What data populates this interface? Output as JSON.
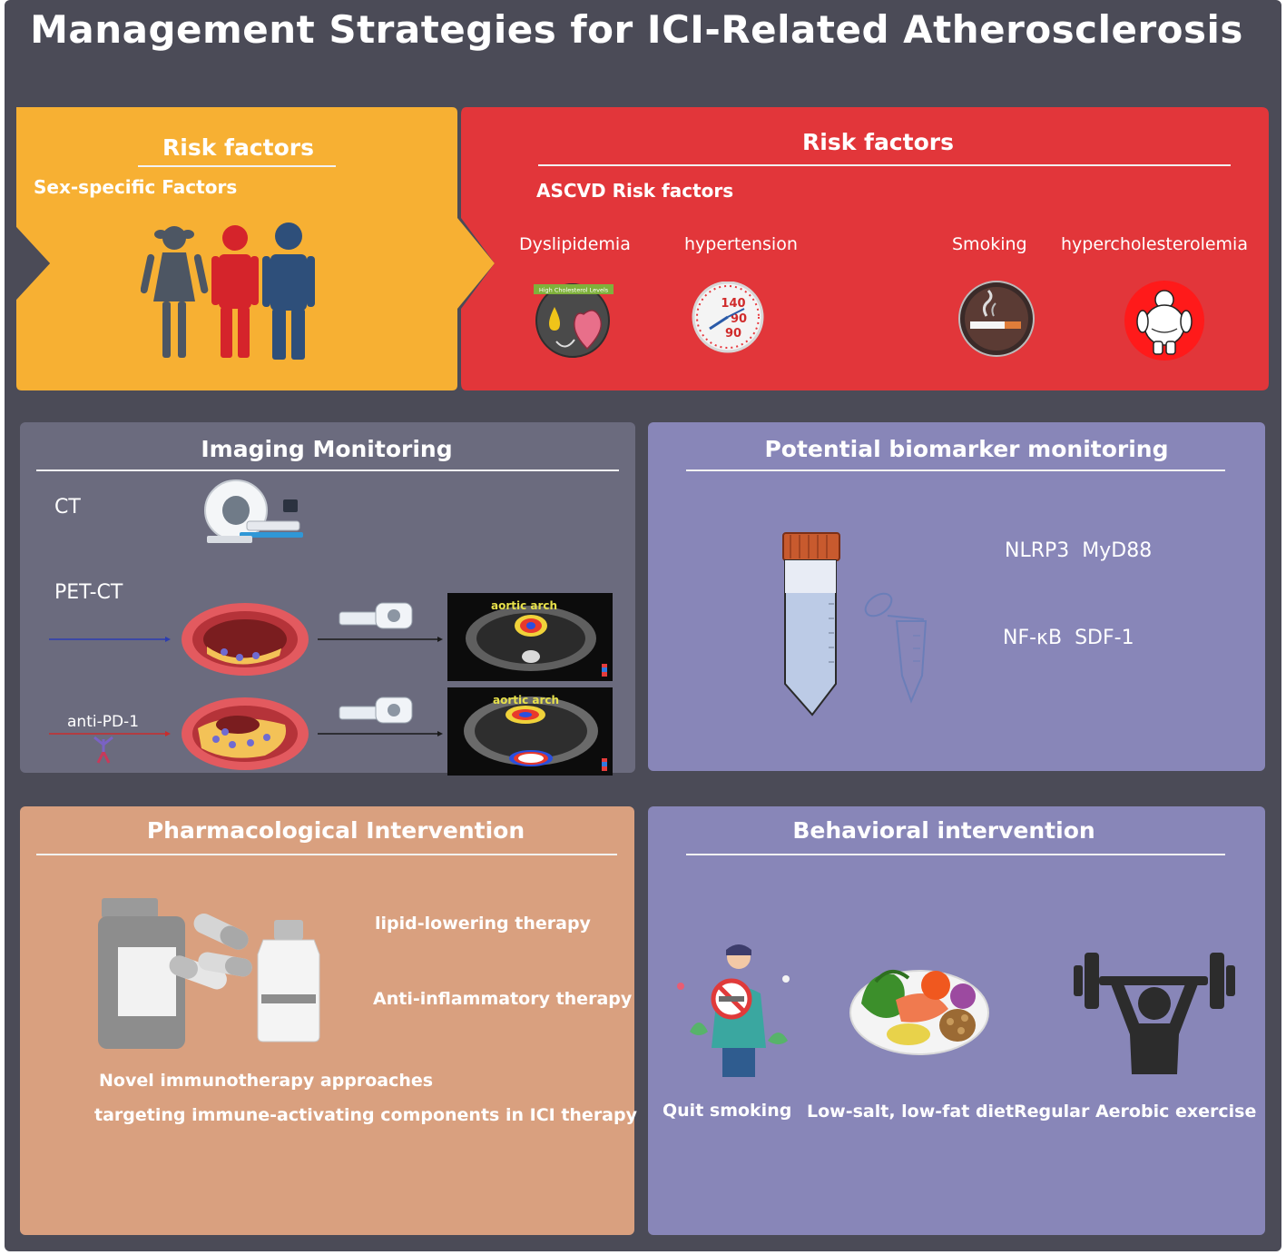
{
  "title": "Management Strategies for ICI-Related Atherosclerosis",
  "colors": {
    "background": "#4b4b57",
    "risk_left": "#f7b033",
    "risk_right": "#e2363a",
    "imaging": "#6b6b7e",
    "biomarker": "#8886b8",
    "pharma": "#d9a07f",
    "behavioral": "#8886b8"
  },
  "risk_left": {
    "heading": "Risk factors",
    "subheading": "Sex-specific Factors",
    "icon": "family-people-icon"
  },
  "risk_right": {
    "heading": "Risk factors",
    "subheading": "ASCVD Risk factors",
    "items": [
      {
        "label": "Dyslipidemia",
        "icon": "cholesterol-heart-icon",
        "badge": "High Cholesterol Levels"
      },
      {
        "label": "hypertension",
        "icon": "blood-pressure-gauge-icon",
        "readings": [
          "140",
          "90",
          "90"
        ]
      },
      {
        "label": "Smoking",
        "icon": "cigarette-icon"
      },
      {
        "label": "hypercholesterolemia",
        "icon": "obese-person-icon"
      }
    ]
  },
  "imaging": {
    "heading": "Imaging Monitoring",
    "ct_label": "CT",
    "petct_label": "PET-CT",
    "drug_label": "anti-PD-1",
    "scan_label": "aortic arch"
  },
  "biomarker": {
    "heading": "Potential biomarker monitoring",
    "row1": "NLRP3  MyD88",
    "row2": "NF-κB  SDF-1"
  },
  "pharma": {
    "heading": "Pharmacological Intervention",
    "therapies": [
      "lipid-lowering therapy",
      "Anti-inflammatory therapy"
    ],
    "novel_line1": "Novel immunotherapy approaches",
    "novel_line2": "targeting immune-activating components in ICI therapy"
  },
  "behavioral": {
    "heading": "Behavioral intervention",
    "items": [
      {
        "label": "Quit smoking",
        "icon": "no-smoking-icon"
      },
      {
        "label": "Low-salt, low-fat diet",
        "icon": "healthy-food-plate-icon"
      },
      {
        "label": "Regular Aerobic exercise",
        "icon": "weightlifting-icon"
      }
    ]
  }
}
